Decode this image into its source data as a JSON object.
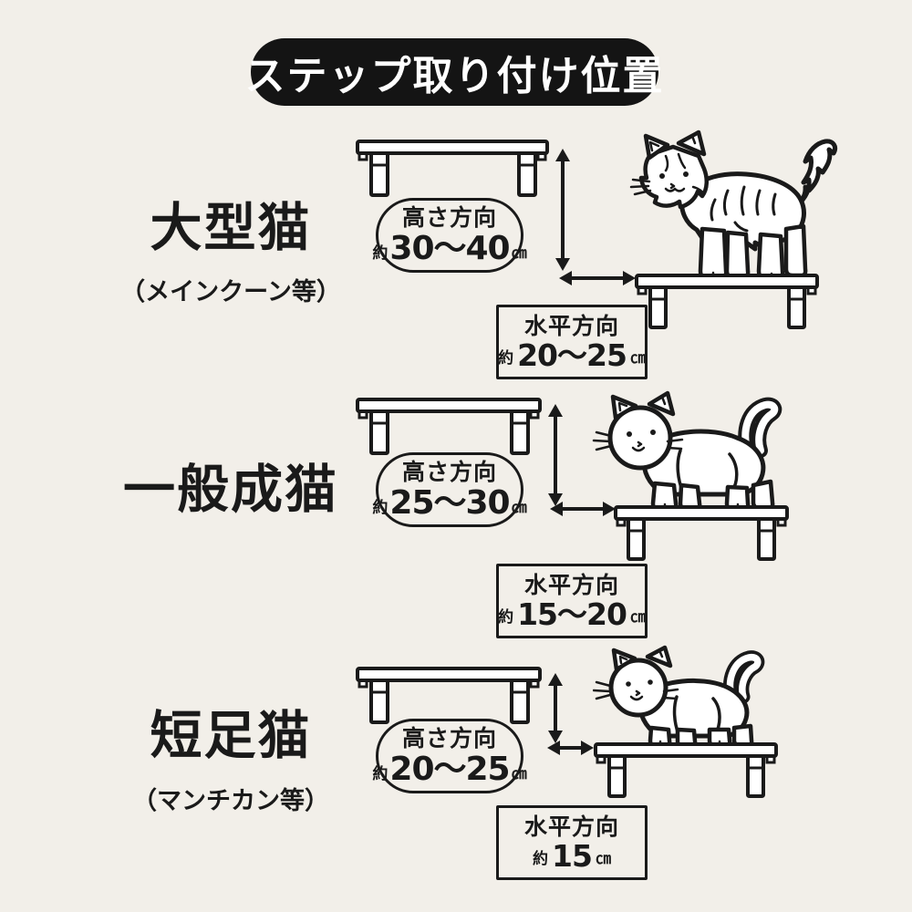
{
  "title": "ステップ取り付け位置",
  "colors": {
    "background": "#f2efe9",
    "ink": "#1a1a1a",
    "title_bg": "#141414",
    "title_text": "#ffffff",
    "fill_white": "#ffffff"
  },
  "sections": [
    {
      "name": "大型猫",
      "subtitle": "（メインクーン等）",
      "cat": "maine-coon-cat",
      "height": {
        "label": "高さ方向",
        "prefix": "約",
        "value": "30〜40",
        "unit": "㎝"
      },
      "horizontal": {
        "label": "水平方向",
        "prefix": "約",
        "value": "20〜25",
        "unit": "㎝"
      }
    },
    {
      "name": "一般成猫",
      "subtitle": "",
      "cat": "adult-cat",
      "height": {
        "label": "高さ方向",
        "prefix": "約",
        "value": "25〜30",
        "unit": "㎝"
      },
      "horizontal": {
        "label": "水平方向",
        "prefix": "約",
        "value": "15〜20",
        "unit": "㎝"
      }
    },
    {
      "name": "短足猫",
      "subtitle": "（マンチカン等）",
      "cat": "munchkin-cat",
      "height": {
        "label": "高さ方向",
        "prefix": "約",
        "value": "20〜25",
        "unit": "㎝"
      },
      "horizontal": {
        "label": "水平方向",
        "prefix": "約",
        "value": "15",
        "unit": "㎝"
      }
    }
  ]
}
